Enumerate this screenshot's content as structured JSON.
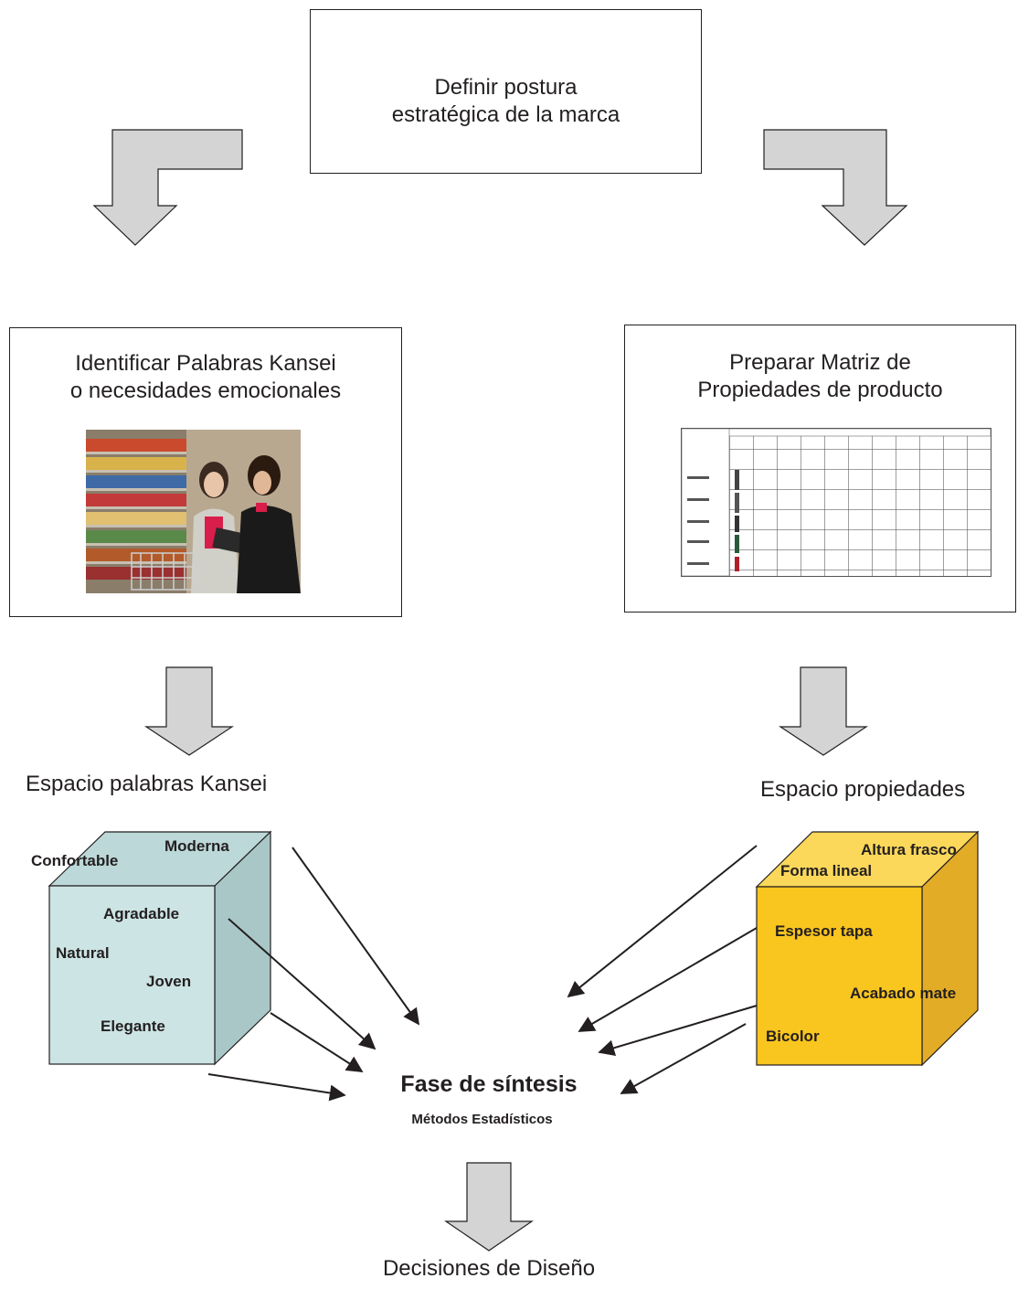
{
  "top_box": {
    "line1": "Definir postura",
    "line2": "estratégica de la marca"
  },
  "left_box": {
    "line1": "Identificar Palabras Kansei",
    "line2": "o necesidades emocionales",
    "image": "supermarket-shoppers-photo"
  },
  "right_box": {
    "line1": "Preparar Matriz de",
    "line2": "Propiedades de producto",
    "image": "product-properties-matrix-thumbnail"
  },
  "left_space": {
    "title": "Espacio palabras Kansei",
    "words": [
      "Confortable",
      "Moderna",
      "Agradable",
      "Natural",
      "Joven",
      "Elegante"
    ]
  },
  "right_space": {
    "title": "Espacio propiedades",
    "properties": [
      "Altura frasco",
      "Forma lineal",
      "Espesor tapa",
      "Acabado mate",
      "Bicolor"
    ]
  },
  "synthesis": {
    "title": "Fase de síntesis",
    "subtitle": "Métodos Estadísticos"
  },
  "result": {
    "label": "Decisiones de Diseño"
  },
  "colors": {
    "arrow_fill": "#d4d4d4",
    "kansei_cube_front": "#cde4e4",
    "kansei_cube_side": "#a9c7c7",
    "kansei_cube_top": "#bcd8d8",
    "props_cube_front": "#f9c51f",
    "props_cube_side": "#e3ac27",
    "props_cube_top": "#fbd85a"
  }
}
